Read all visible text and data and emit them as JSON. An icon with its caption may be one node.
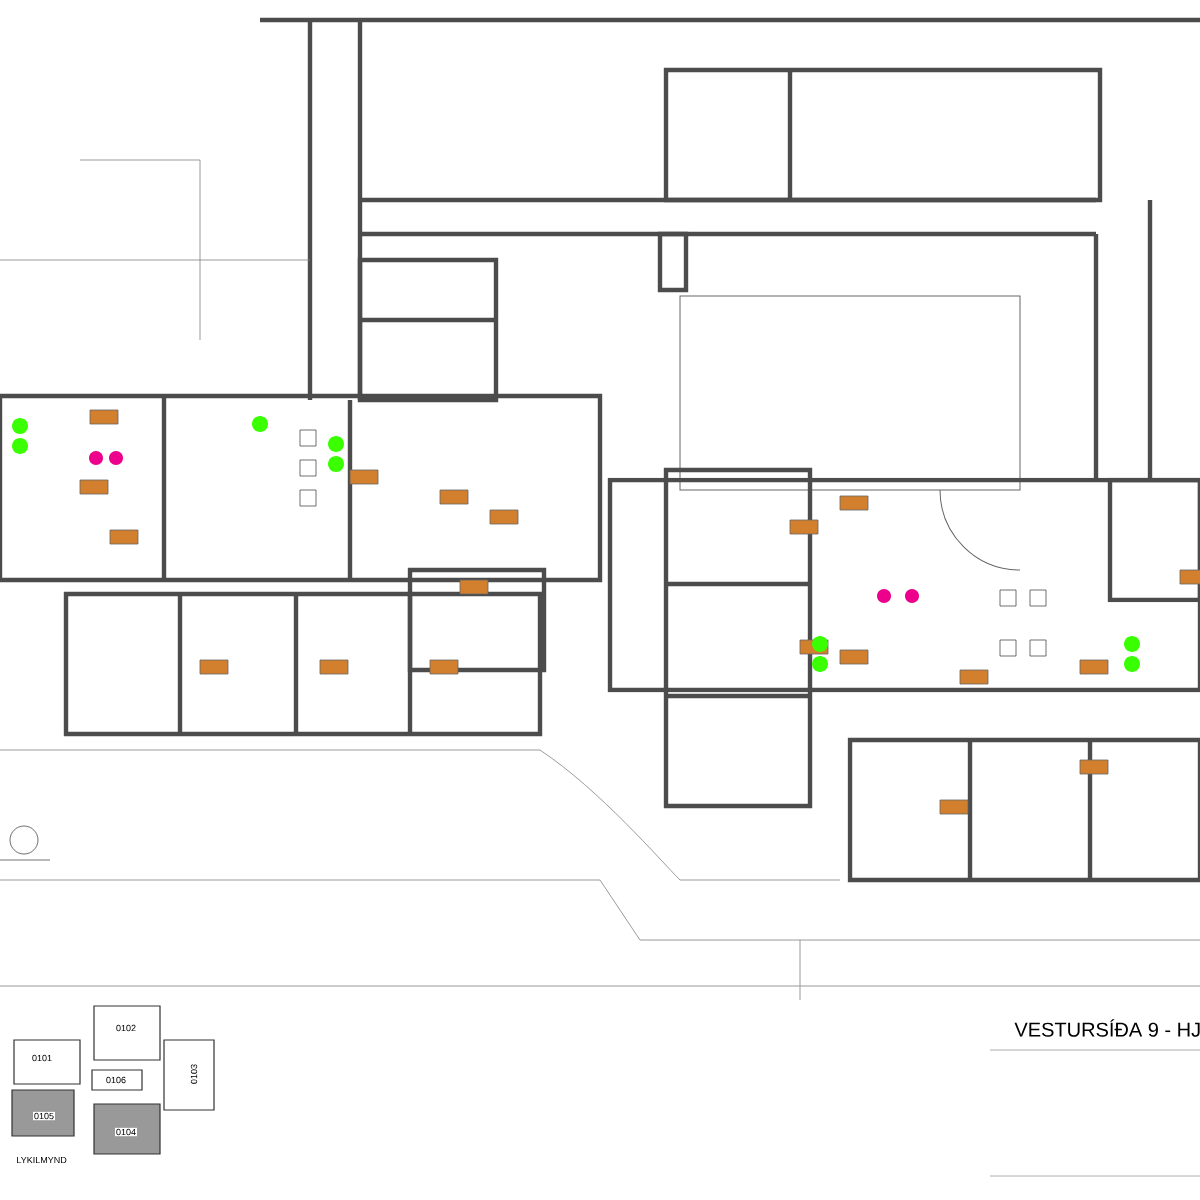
{
  "diagram": {
    "title": "VESTURSÍÐA 9 - HJ",
    "nodes": [
      {
        "text": [
          "0101"
        ]
      },
      {
        "text": [
          "0102"
        ]
      },
      {
        "text": [
          "0106"
        ]
      },
      {
        "text": [
          "0103"
        ]
      },
      {
        "text": [
          "0105"
        ]
      },
      {
        "text": [
          "0104"
        ]
      }
    ],
    "labels": [
      "LYKILMYND"
    ]
  }
}
